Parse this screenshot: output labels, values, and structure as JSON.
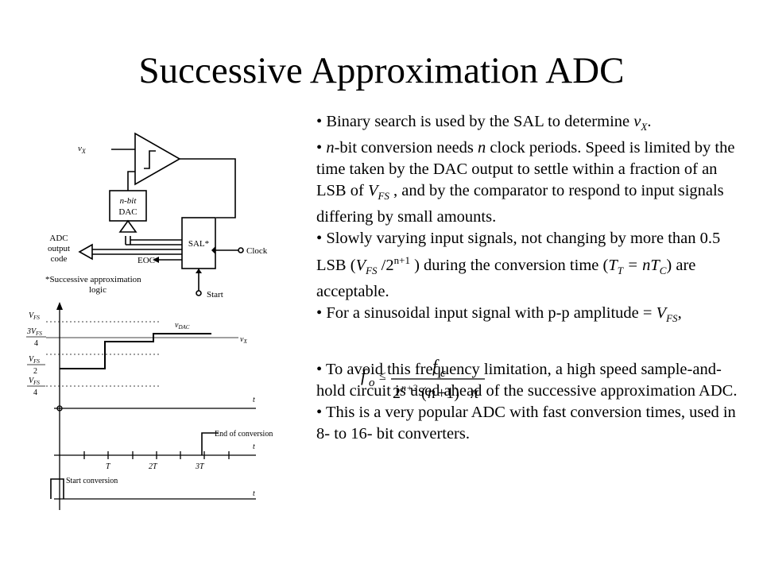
{
  "slide": {
    "title": "Successive Approximation ADC"
  },
  "block_diagram": {
    "vx": "v",
    "vx_sub": "X",
    "dac_line1": "n-bit",
    "dac_line2": "DAC",
    "adc_line1": "ADC",
    "adc_line2": "output",
    "adc_line3": "code",
    "eoc": "EOC",
    "sal": "SAL*",
    "clock": "Clock",
    "start": "Start",
    "footnote_line1": "*Successive approximation",
    "footnote_line2": "logic"
  },
  "timing": {
    "y_vfs": "V",
    "y_vfs_sub": "FS",
    "y_3vfs_num": "3V",
    "y_3vfs_sub": "FS",
    "y_3vfs_den": "4",
    "y_half_num": "V",
    "y_half_sub": "FS",
    "y_half_den": "2",
    "y_quarter_num": "V",
    "y_quarter_sub": "FS",
    "y_quarter_den": "4",
    "vdac": "v",
    "vdac_sub": "DAC",
    "vx": "v",
    "vx_sub": "X",
    "t1": "t",
    "t2": "t",
    "t3": "t",
    "end_conversion": "End of conversion",
    "tick_T": "T",
    "tick_2T": "2T",
    "tick_3T": "3T",
    "start_conversion": "Start conversion"
  },
  "bullets": {
    "b1_text": "Binary search is used by the SAL to determine ",
    "b1_var": "v",
    "b1_sub": "X",
    "b1_end": ".",
    "b2_n1": "n",
    "b2_text1": "-bit conversion needs ",
    "b2_n2": "n",
    "b2_text2": " clock periods.  Speed is limited by the time taken by the DAC output to settle within a fraction of an LSB of ",
    "b2_V": "V",
    "b2_sub": "FS",
    "b2_text3": " , and by the comparator to respond to input signals differing by small amounts.",
    "b3_text1": "Slowly varying input signals, not changing by more than 0.5 LSB (",
    "b3_V": "V",
    "b3_sub": "FS",
    "b3_text2": " /2",
    "b3_sup": "n+1",
    "b3_text3": " ) during the conversion time (",
    "b3_T": "T",
    "b3_Tsub": "T",
    "b3_eq": " = ",
    "b3_n": "n",
    "b3_T2": "T",
    "b3_Csub": "C",
    "b3_text4": ") are acceptable.",
    "b4_text": " For  a sinusoidal input signal with p-p amplitude = ",
    "b4_V": "V",
    "b4_sub": "FS",
    "b4_end": ",",
    "b5_text": "To avoid this frequency limitation, a high speed sample-and-hold circuit is used ahead of the successive approximation ADC.",
    "b6_text": "This is a very popular ADC with fast conversion times, used in 8- to 16- bit converters."
  },
  "formula": {
    "f": "f",
    "o": "o",
    "le": "≤",
    "num_f": "f",
    "num_c": "c",
    "den_2a": "2",
    "den_sup": "n+2",
    "den_open": "(",
    "den_n": "n",
    "den_plus": "+1)",
    "den_pi": "π"
  }
}
